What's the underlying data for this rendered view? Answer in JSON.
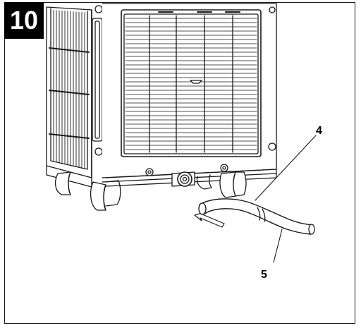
{
  "step": {
    "number": "10"
  },
  "callouts": [
    {
      "id": "4",
      "label": "4"
    },
    {
      "id": "5",
      "label": "5"
    }
  ],
  "colors": {
    "line": "#1a1a1a",
    "badge_bg": "#000000",
    "badge_text": "#ffffff",
    "background": "#ffffff"
  }
}
